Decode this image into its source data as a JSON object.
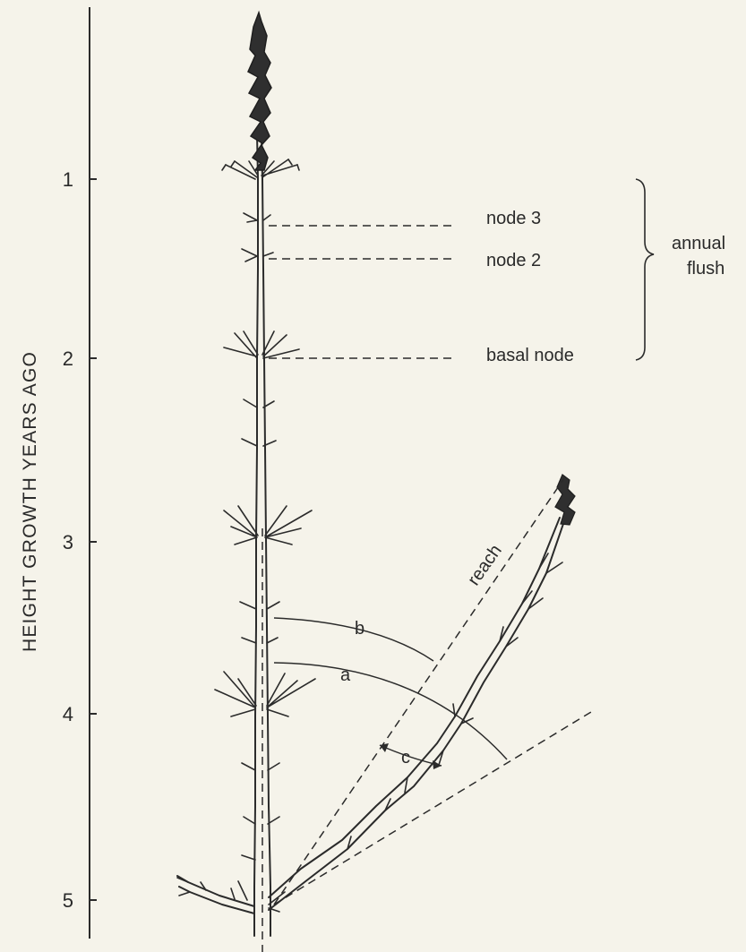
{
  "axis": {
    "title": "HEIGHT  GROWTH  YEARS  AGO",
    "ticks": [
      "1",
      "2",
      "3",
      "4",
      "5"
    ]
  },
  "node_labels": {
    "node3": "node 3",
    "node2": "node 2",
    "basal": "basal node"
  },
  "flush_label": {
    "line1": "annual",
    "line2": "flush"
  },
  "angle_labels": {
    "reach": "reach",
    "b": "b",
    "a": "a",
    "c": "c"
  },
  "colors": {
    "ink": "#2b2b2b",
    "paper": "#f5f3ea"
  }
}
